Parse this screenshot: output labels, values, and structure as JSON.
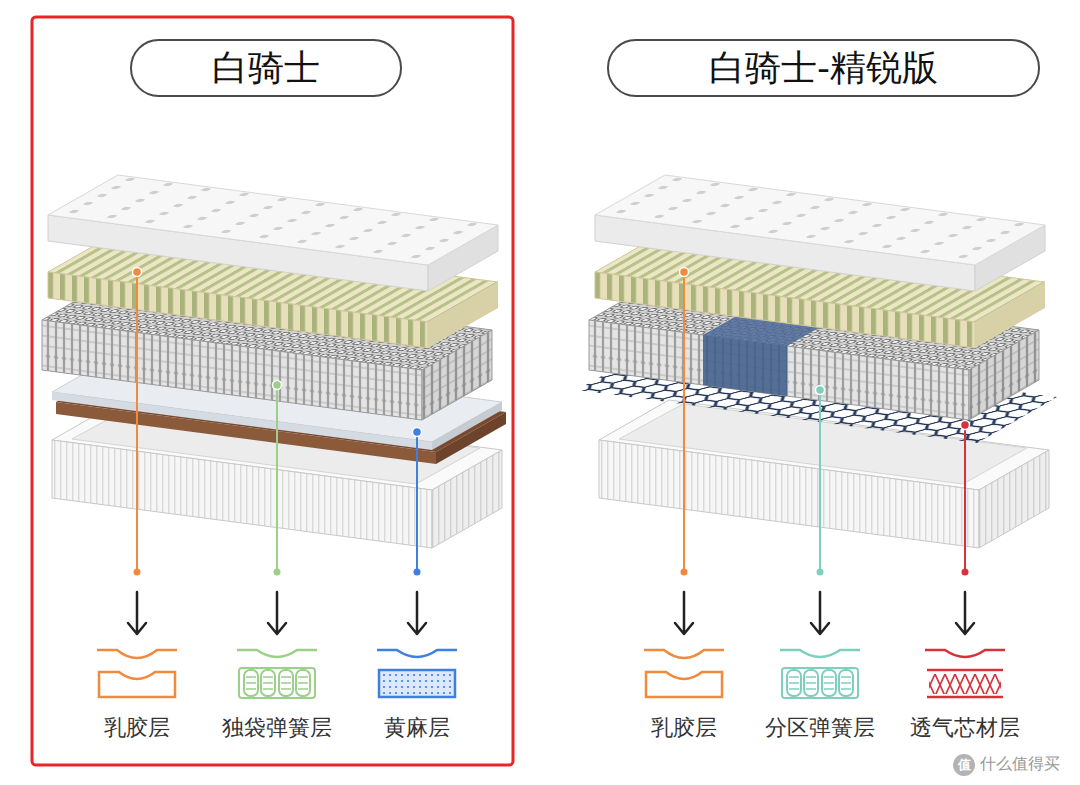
{
  "diagram": {
    "nodes": [
      {
        "text": [
          "白骑士"
        ]
      },
      {
        "text": [
          "白骑士-精锐版"
        ]
      },
      {
        "text": [
          "值"
        ]
      }
    ],
    "labels": [
      "乳胶层",
      "独袋弹簧层",
      "黄麻层",
      "乳胶层",
      "分区弹簧层",
      "透气芯材层",
      "什么值得买"
    ]
  }
}
